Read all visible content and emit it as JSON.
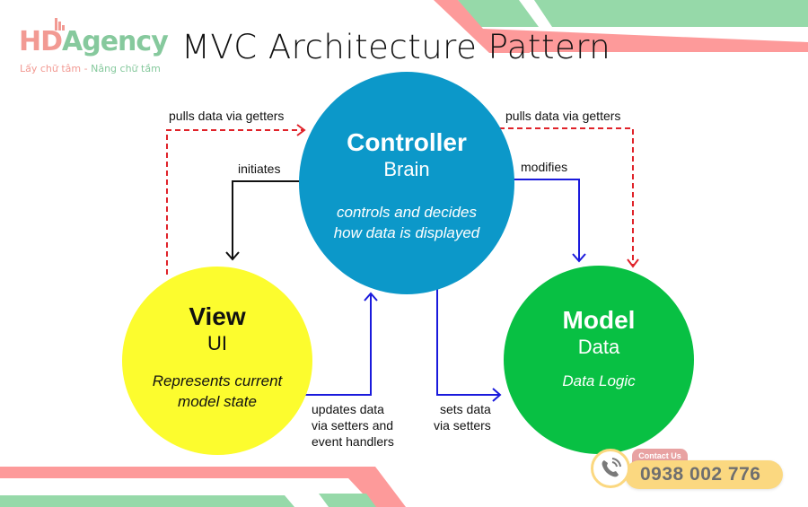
{
  "brand": {
    "logo_part1": "HD",
    "logo_part2": "Agency",
    "tagline_part1": "Lấy chữ tâm - ",
    "tagline_part2": "Nâng chữ tầm",
    "colors": {
      "pink": "#f29a93",
      "green": "#86c99d"
    }
  },
  "title": "MVC Architecture Pattern",
  "nodes": {
    "controller": {
      "title": "Controller",
      "subtitle": "Brain",
      "description_line1": "controls and decides",
      "description_line2": "how data is displayed",
      "color": "#0c98c9"
    },
    "view": {
      "title": "View",
      "subtitle": "UI",
      "description_line1": "Represents current",
      "description_line2": "model state",
      "color": "#fcfc2e"
    },
    "model": {
      "title": "Model",
      "subtitle": "Data",
      "description_line1": "Data Logic",
      "color": "#08c043"
    }
  },
  "edges": {
    "view_to_controller_getters": {
      "label": "pulls data via getters",
      "style": "dashed",
      "color": "#e0232a"
    },
    "model_to_controller_getters": {
      "label": "pulls data via getters",
      "style": "dashed",
      "color": "#e0232a"
    },
    "controller_to_view": {
      "label": "initiates",
      "style": "solid",
      "color": "#111111"
    },
    "controller_to_model": {
      "label": "modifies",
      "style": "solid",
      "color": "#1a1adc"
    },
    "view_to_controller_updates": {
      "label_line1": "updates data",
      "label_line2": "via setters and",
      "label_line3": "event handlers",
      "style": "solid",
      "color": "#1a1adc"
    },
    "controller_sets_model": {
      "label_line1": "sets data",
      "label_line2": "via setters",
      "style": "solid",
      "color": "#1a1adc"
    }
  },
  "contact": {
    "label": "Contact Us",
    "phone": "0938 002 776",
    "icon": "phone-icon"
  }
}
